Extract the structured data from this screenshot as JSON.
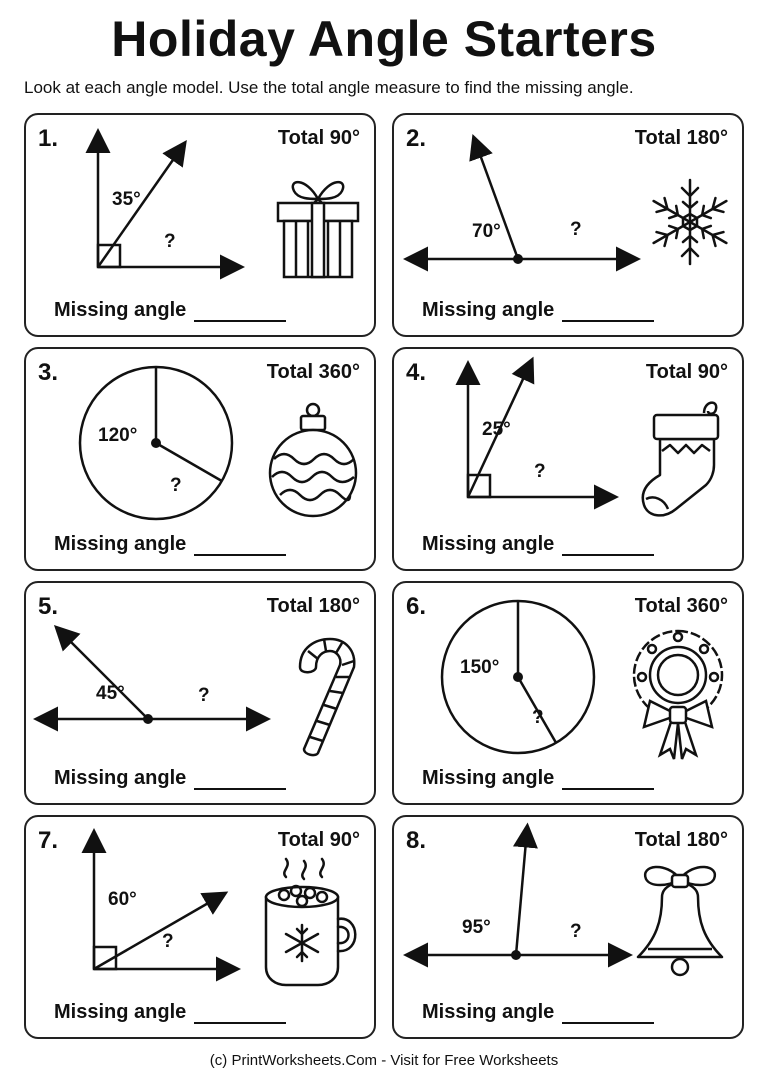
{
  "title": "Holiday Angle Starters",
  "instructions": "Look at each angle model. Use the total angle measure to find the missing angle.",
  "missing_label": "Missing angle",
  "problems": [
    {
      "number": "1.",
      "total": "Total 90°",
      "known": "35°",
      "unknown": "?",
      "model": "right",
      "known_deg": 35,
      "icon": "gift-icon"
    },
    {
      "number": "2.",
      "total": "Total 180°",
      "known": "70°",
      "unknown": "?",
      "model": "straight",
      "known_deg": 70,
      "icon": "snowflake-icon"
    },
    {
      "number": "3.",
      "total": "Total 360°",
      "known": "120°",
      "unknown": "?",
      "model": "circle",
      "known_deg": 120,
      "icon": "ornament-icon"
    },
    {
      "number": "4.",
      "total": "Total 90°",
      "known": "25°",
      "unknown": "?",
      "model": "right",
      "known_deg": 25,
      "icon": "stocking-icon"
    },
    {
      "number": "5.",
      "total": "Total 180°",
      "known": "45°",
      "unknown": "?",
      "model": "straight",
      "known_deg": 45,
      "icon": "candy-cane-icon"
    },
    {
      "number": "6.",
      "total": "Total 360°",
      "known": "150°",
      "unknown": "?",
      "model": "circle",
      "known_deg": 150,
      "icon": "wreath-icon"
    },
    {
      "number": "7.",
      "total": "Total 90°",
      "known": "60°",
      "unknown": "?",
      "model": "right",
      "known_deg": 60,
      "icon": "cocoa-mug-icon"
    },
    {
      "number": "8.",
      "total": "Total 180°",
      "known": "95°",
      "unknown": "?",
      "model": "straight",
      "known_deg": 95,
      "icon": "bell-icon"
    }
  ],
  "footer": "(c) PrintWorksheets.Com - Visit for Free Worksheets"
}
